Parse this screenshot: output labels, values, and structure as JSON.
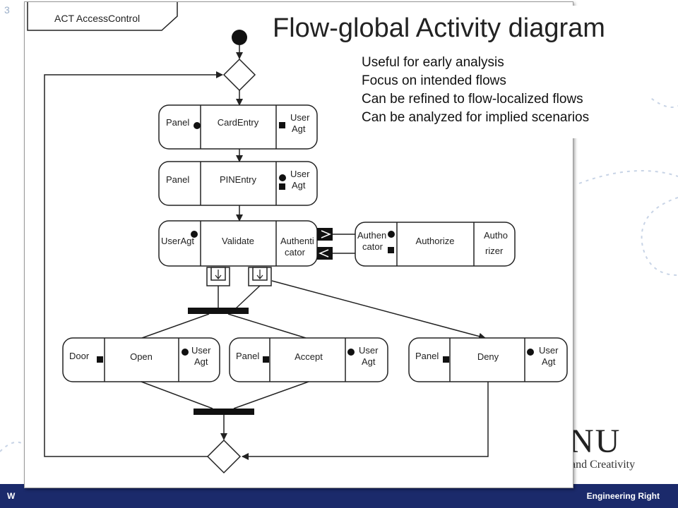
{
  "slide": {
    "number": "3"
  },
  "title": "Flow-global Activity diagram",
  "bullets": [
    "Useful for early analysis",
    "Focus on intended flows",
    "Can be refined to flow-localized flows",
    "Can be analyzed for implied scenarios"
  ],
  "diagram": {
    "frame_label": "ACT AccessControl",
    "actions": [
      {
        "id": "cardentry",
        "left": "Panel",
        "center": "CardEntry",
        "right": [
          "User",
          "Agt"
        ]
      },
      {
        "id": "pinentry",
        "left": "Panel",
        "center": "PINEntry",
        "right": [
          "User",
          "Agt"
        ]
      },
      {
        "id": "validate",
        "left": "UserAgt",
        "center": "Validate",
        "right": [
          "Authenti",
          "cator"
        ]
      },
      {
        "id": "authorize",
        "left": [
          "Authen",
          "cator"
        ],
        "center": "Authorize",
        "right": [
          "Autho",
          "rizer"
        ]
      },
      {
        "id": "open",
        "left": "Door",
        "center": "Open",
        "right": [
          "User",
          "Agt"
        ]
      },
      {
        "id": "accept",
        "left": "Panel",
        "center": "Accept",
        "right": [
          "User",
          "Agt"
        ]
      },
      {
        "id": "deny",
        "left": "Panel",
        "center": "Deny",
        "right": [
          "User",
          "Agt"
        ]
      }
    ]
  },
  "footer": {
    "left": "W",
    "right": "Engineering Right"
  },
  "logo": {
    "text": "NU",
    "sub": "and Creativity"
  }
}
